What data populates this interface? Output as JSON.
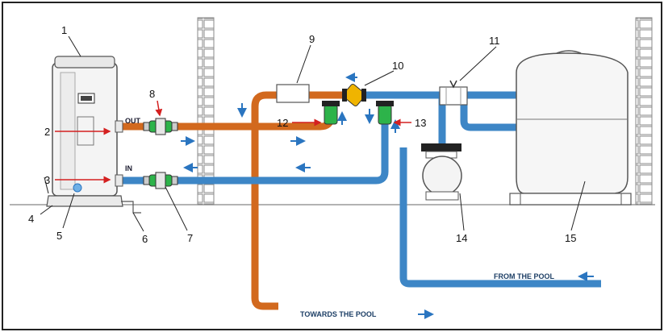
{
  "labels": {
    "n1": "1",
    "n2": "2",
    "n3": "3",
    "n4": "4",
    "n5": "5",
    "n6": "6",
    "n7": "7",
    "n8": "8",
    "n9": "9",
    "n10": "10",
    "n11": "11",
    "n12": "12",
    "n13": "13",
    "n14": "14",
    "n15": "15"
  },
  "port_labels": {
    "out": "OUT",
    "in": "IN"
  },
  "flow_text": {
    "from_pool": "FROM THE POOL",
    "towards_pool": "TOWARDS THE POOL"
  },
  "colors": {
    "hot_pipe": "#d2691e",
    "cold_pipe": "#3d86c6",
    "arrow_blue": "#2a75c0",
    "leader_red": "#d42020",
    "valve_green": "#2db34a",
    "outline": "#555555"
  }
}
